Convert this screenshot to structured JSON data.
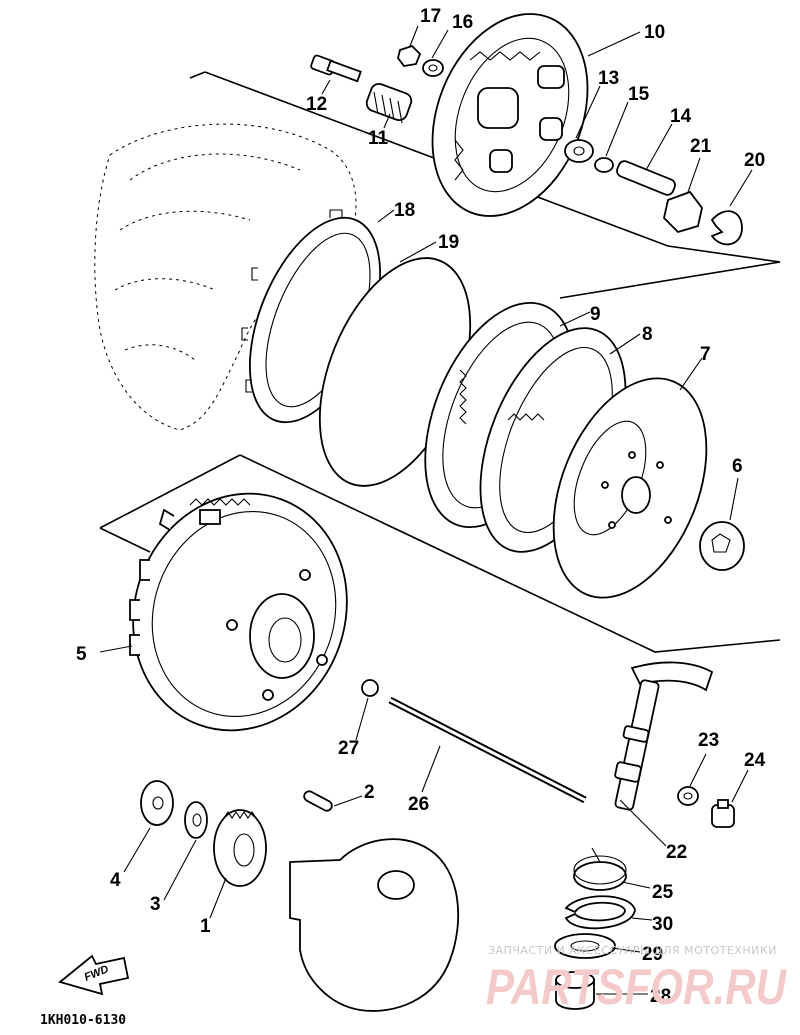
{
  "diagram": {
    "drawing_code": "1KH010-6130",
    "fwd_label": "FWD",
    "watermark": {
      "subtitle": "ЗАПЧАСТИ И АКСЕССУАРЫ ДЛЯ МОТОТЕХНИКИ",
      "brand": "PARTSFOR.RU"
    },
    "part_numbers": [
      "1",
      "2",
      "3",
      "4",
      "5",
      "6",
      "7",
      "8",
      "9",
      "10",
      "11",
      "12",
      "13",
      "14",
      "15",
      "16",
      "17",
      "18",
      "19",
      "20",
      "21",
      "22",
      "23",
      "24",
      "25",
      "26",
      "27",
      "28",
      "29",
      "30"
    ],
    "colors": {
      "line": "#000000",
      "background": "#ffffff",
      "watermark_brand": "#f3c9c9",
      "watermark_text": "#c8c8c8"
    }
  }
}
